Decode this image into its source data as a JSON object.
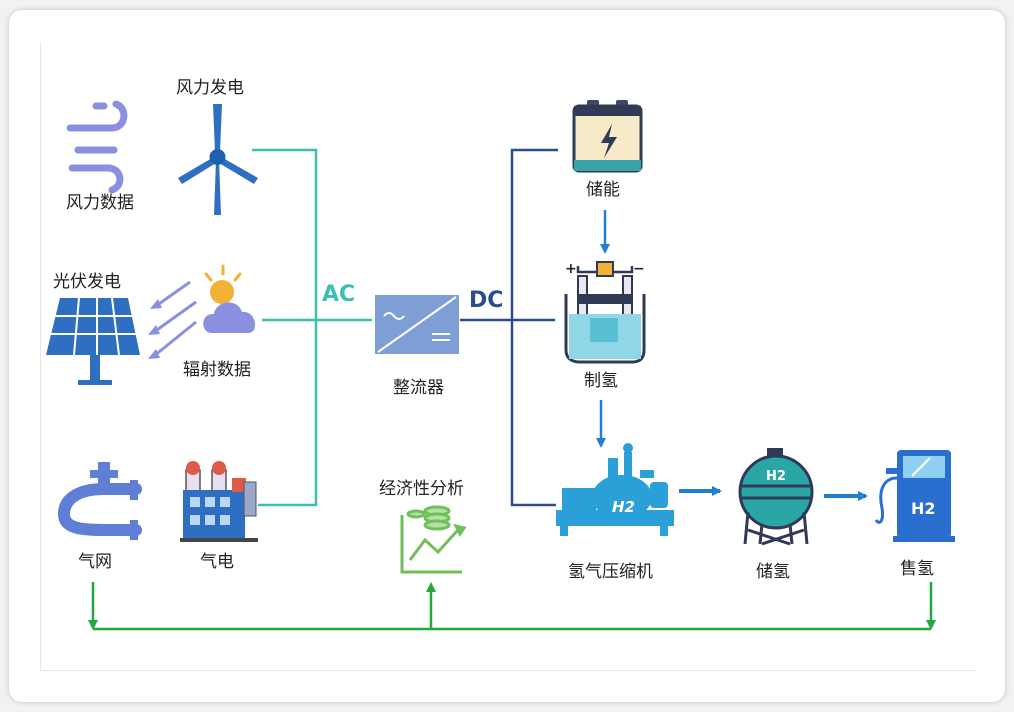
{
  "labels": {
    "wind_power": "风力发电",
    "wind_data": "风力数据",
    "pv_power": "光伏发电",
    "radiation_data": "辐射数据",
    "gas_grid": "气网",
    "gas_power": "气电",
    "ac": "AC",
    "dc": "DC",
    "rectifier": "整流器",
    "economics": "经济性分析",
    "storage": "储能",
    "h2_production": "制氢",
    "h2_compressor": "氢气压缩机",
    "h2_storage": "储氢",
    "h2_sales": "售氢",
    "h2_tag": "H2"
  },
  "colors": {
    "ac_line": "#3bbfae",
    "dc_line": "#2a4d8f",
    "flow_arrow": "#1f7fd1",
    "bottom_line": "#22a83b",
    "icon_blue": "#2f6fc1",
    "icon_purple": "#8a8fe0",
    "teal": "#3aa3a8"
  }
}
